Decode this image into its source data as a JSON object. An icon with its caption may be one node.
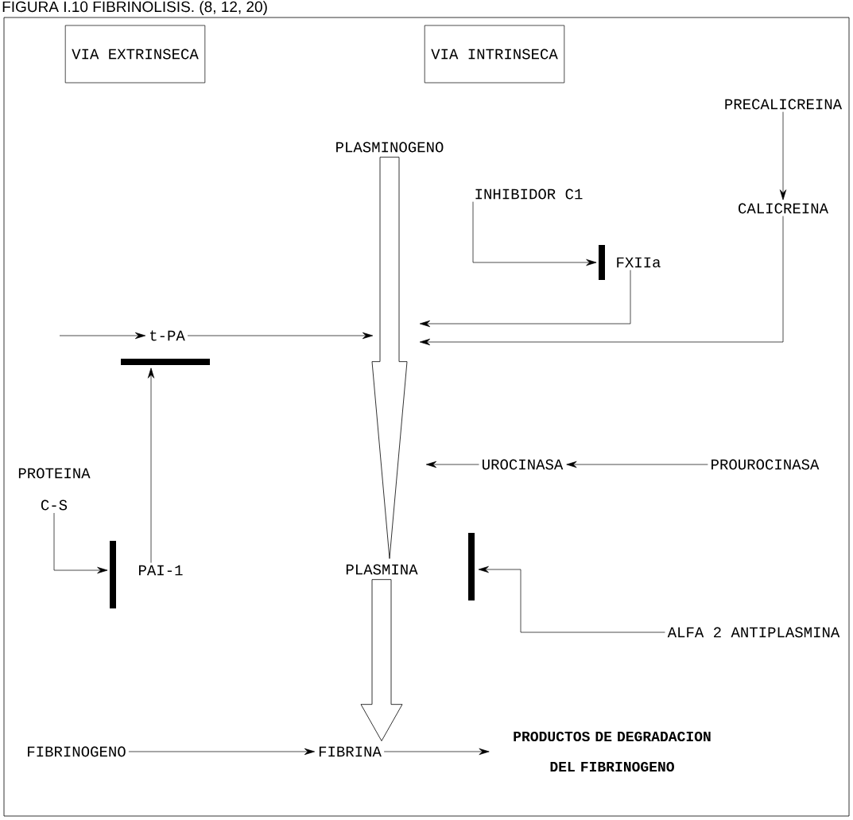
{
  "diagram": {
    "title": "FIGURA I.10 FIBRINOLISIS. (8, 12, 20)",
    "nodes": [
      {
        "text": [
          "VIA EXTRINSECA"
        ]
      },
      {
        "text": [
          "VIA INTRINSECA"
        ]
      },
      {
        "text": [
          "PRECALICREINA"
        ]
      },
      {
        "text": [
          "PLASMINOGENO"
        ]
      },
      {
        "text": [
          "INHIBIDOR C1"
        ]
      },
      {
        "text": [
          "CALICREINA"
        ]
      },
      {
        "text": [
          "FXIIa"
        ]
      },
      {
        "text": [
          "t-PA"
        ]
      },
      {
        "text": [
          "PROTEINA C-S"
        ]
      },
      {
        "text": [
          "PAI-1"
        ]
      },
      {
        "text": [
          "UROCINASA"
        ]
      },
      {
        "text": [
          "PROUROCINASA"
        ]
      },
      {
        "text": [
          "PLASMINA"
        ]
      },
      {
        "text": [
          "ALFA 2 ANTIPLASMINA"
        ]
      },
      {
        "text": [
          "FIBRINOGENO"
        ]
      },
      {
        "text": [
          "FIBRINA"
        ]
      },
      {
        "text": [
          "PRODUCTOS DE DEGRADACION DEL FIBRINOGENO"
        ]
      }
    ],
    "edges": [
      {
        "from": null,
        "to": 7,
        "arrow": "to"
      },
      {
        "from": 7,
        "to": null,
        "arrow": "to"
      },
      {
        "from": 2,
        "to": 5,
        "arrow": "to"
      },
      {
        "from": 4,
        "to": 6,
        "arrow": "to"
      },
      {
        "from": 6,
        "to": null,
        "arrow": "to"
      },
      {
        "from": 5,
        "to": null,
        "arrow": "to"
      },
      {
        "from": 11,
        "to": 10,
        "arrow": "to"
      },
      {
        "from": 10,
        "to": null,
        "arrow": "to"
      },
      {
        "from": 8,
        "to": 9,
        "arrow": "to"
      },
      {
        "from": 9,
        "to": 7,
        "arrow": "to"
      },
      {
        "from": 13,
        "to": 12,
        "arrow": "to"
      },
      {
        "from": 3,
        "to": 12,
        "arrow": "to",
        "style": "thick"
      },
      {
        "from": 12,
        "to": 15,
        "arrow": "to",
        "style": "thick"
      },
      {
        "from": 14,
        "to": 15,
        "arrow": "to"
      },
      {
        "from": 15,
        "to": 16,
        "arrow": "to"
      }
    ]
  }
}
